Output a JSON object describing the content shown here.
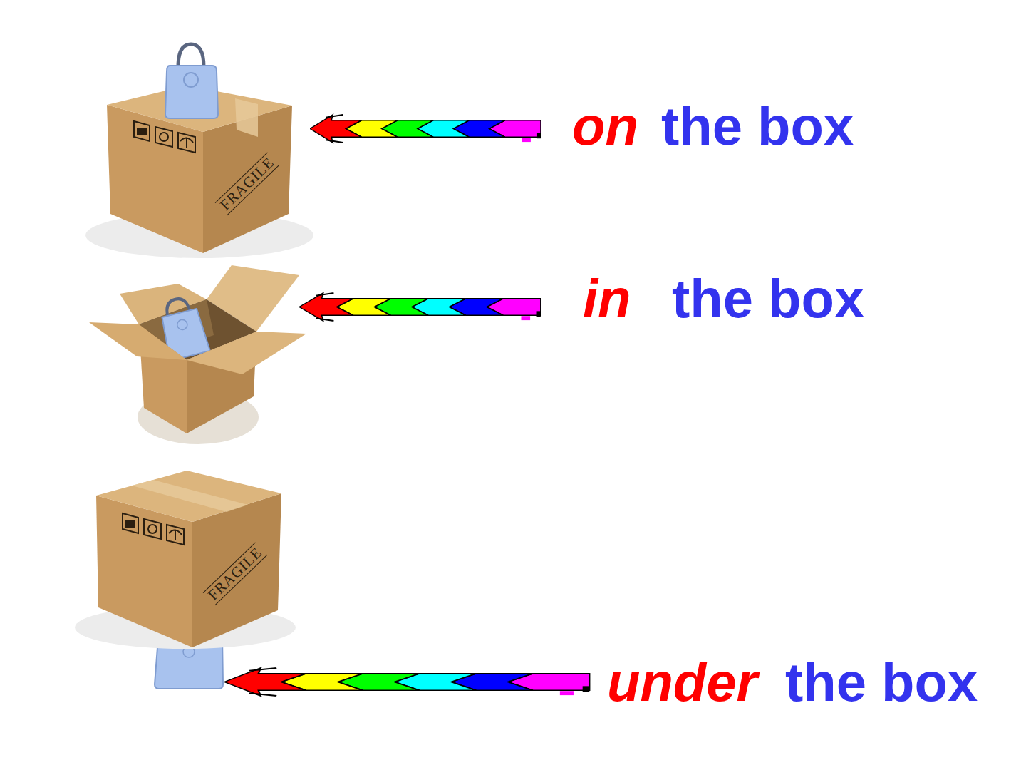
{
  "diagram": {
    "labels": [
      "on",
      "the box",
      "FRAGILE",
      "in",
      "the box",
      "FRAGILE",
      "under",
      "the box"
    ]
  }
}
